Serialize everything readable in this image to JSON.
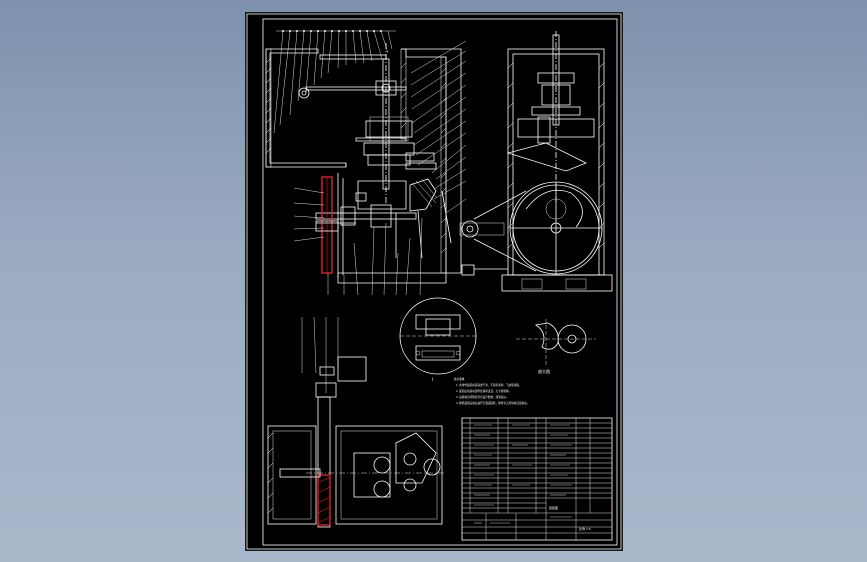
{
  "drawing": {
    "detail_labels": [
      "I",
      "放大图"
    ],
    "notes_title": "技术要求",
    "notes": [
      "1. 各零件装配前需清洗干净，不得有毛刺、飞边等缺陷。",
      "2. 装配后各运动部件应运转灵活，无卡滞现象。",
      "3. 齿轮啮合间隙应符合设计要求，润滑良好。",
      "4. 整机装配完成后进行空载试运转，检查有无异常噪音及振动。"
    ],
    "title_block": {
      "title": "装配图",
      "scale_text": "比例 1:5"
    }
  },
  "colors": {
    "background_top": "#7f92ad",
    "background_bottom": "#a9b8cb",
    "sheet": "#000000",
    "line": "#ffffff",
    "highlight": "#e02020"
  }
}
